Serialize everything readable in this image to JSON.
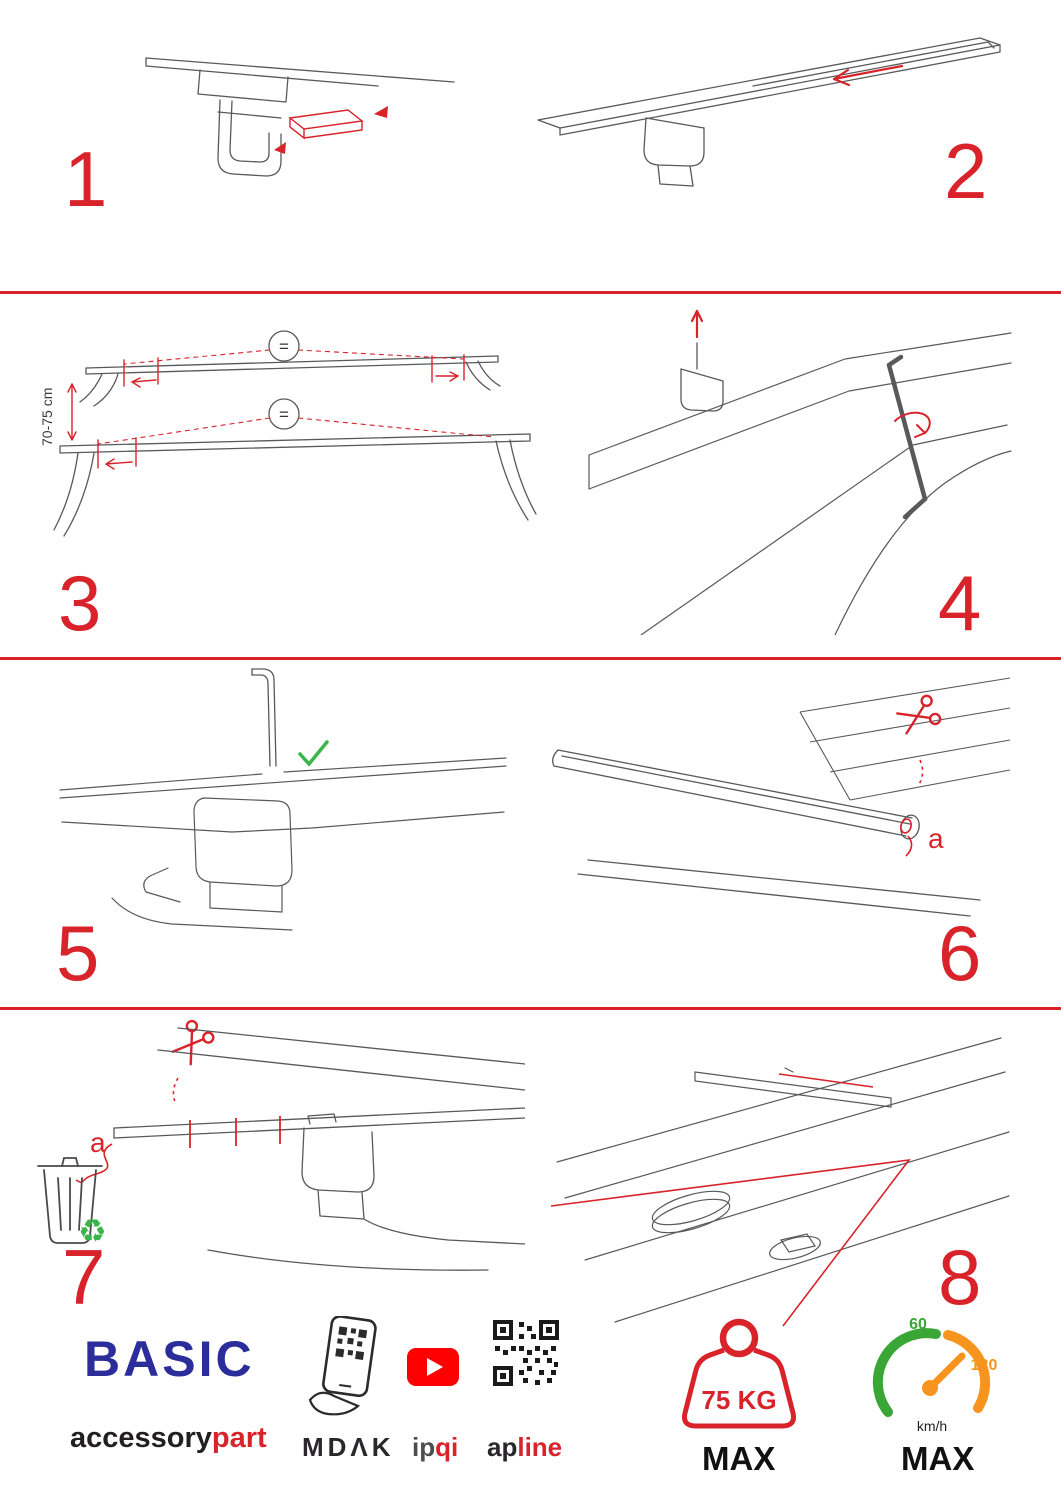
{
  "colors": {
    "accent_red": "#d8232a",
    "brand_blue": "#2b2d9b",
    "success_green": "#3ab54a",
    "gauge_orange": "#f7941d",
    "youtube_red": "#ff0000",
    "drawing_gray": "#58595b",
    "text_dark": "#231f20"
  },
  "icons": {
    "recycle_glyph": "♻"
  },
  "steps": [
    {
      "number": "1"
    },
    {
      "number": "2"
    },
    {
      "number": "3",
      "measurement": "70-75 cm",
      "equals_rear": "=",
      "equals_front": "="
    },
    {
      "number": "4"
    },
    {
      "number": "5"
    },
    {
      "number": "6",
      "cut_label": "a"
    },
    {
      "number": "7",
      "cut_label": "a"
    },
    {
      "number": "8"
    }
  ],
  "footer": {
    "brand_name": "BASIC",
    "brand_sub_black": "accessory",
    "brand_sub_red": "part",
    "partner_mdak": "MDΛK",
    "partner_ipqi_black": "ip",
    "partner_ipqi_red": "qi",
    "partner_apline_black": "ap",
    "partner_apline_red": "line",
    "weight_limit": "75 KG",
    "weight_max": "MAX",
    "speed_low": "60",
    "speed_high": "120",
    "speed_unit": "km/h",
    "speed_max": "MAX"
  }
}
